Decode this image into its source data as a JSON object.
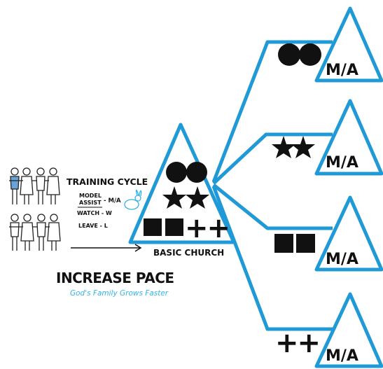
{
  "training": {
    "title": "TRAINING CYCLE",
    "model": "MODEL",
    "assist": "ASSIST",
    "ma": "- M/A",
    "watch": "WATCH - W",
    "leave": "LEAVE - L"
  },
  "pace": {
    "title": "INCREASE PACE",
    "subtitle": "God's Family Grows Faster"
  },
  "main": {
    "label": "BASIC CHURCH",
    "plus": "++"
  },
  "branches": [
    {
      "label": "M/A"
    },
    {
      "label": "M/A"
    },
    {
      "label": "M/A"
    },
    {
      "label": "M/A",
      "plus": "++"
    }
  ],
  "colors": {
    "accent": "#1f9ad6",
    "ink": "#111111",
    "cyan": "#36b3e6"
  }
}
